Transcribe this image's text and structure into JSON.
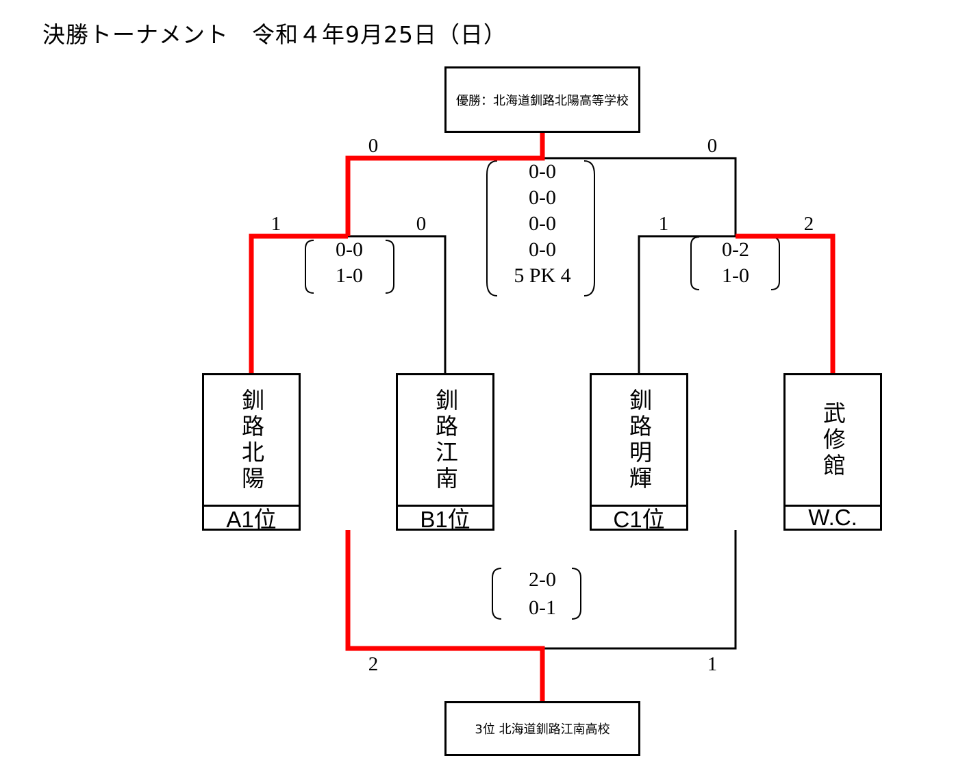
{
  "title": "決勝トーナメント　令和４年9月25日（日）",
  "champion_label": "優勝：北海道釧路北陽高等学校",
  "third_place_label": "3位 北海道釧路江南高校",
  "teams": [
    {
      "name": "釧路北陽",
      "seed": "A1位"
    },
    {
      "name": "釧路江南",
      "seed": "B1位"
    },
    {
      "name": "釧路明輝",
      "seed": "C1位"
    },
    {
      "name": "武修館",
      "seed": "W.C."
    }
  ],
  "semifinal_left": {
    "score_a": "1",
    "score_b": "0",
    "periods": [
      "0-0",
      "1-0"
    ]
  },
  "semifinal_right": {
    "score_a": "1",
    "score_b": "2",
    "periods": [
      "0-2",
      "1-0"
    ]
  },
  "final": {
    "score_a": "0",
    "score_b": "0",
    "periods": [
      "0-0",
      "0-0",
      "0-0",
      "0-0",
      "5 PK 4"
    ]
  },
  "third_place_match": {
    "score_a": "2",
    "score_b": "1",
    "periods": [
      "2-0",
      "0-1"
    ]
  },
  "colors": {
    "winner_line": "#ff0000",
    "line": "#000000"
  }
}
